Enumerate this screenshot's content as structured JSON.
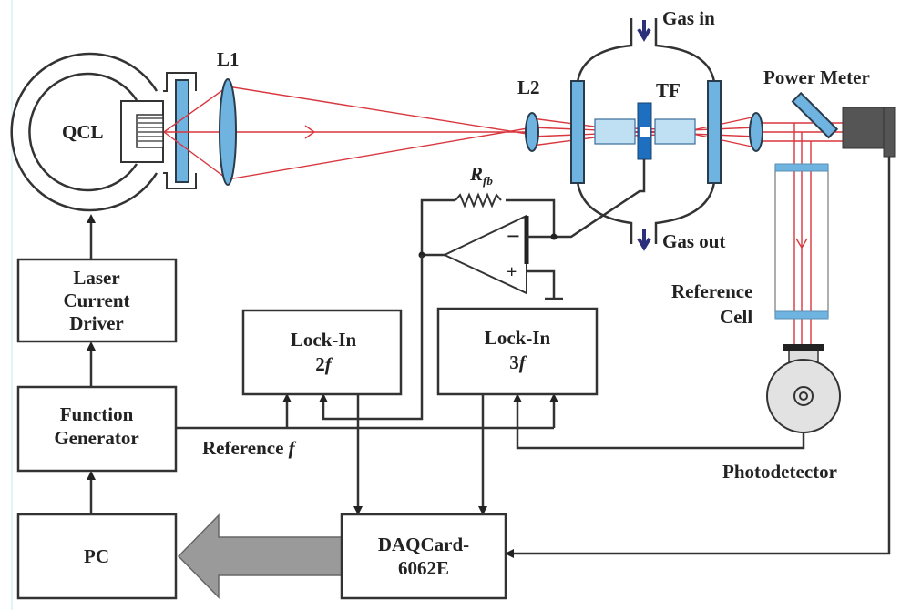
{
  "labels": {
    "qcl": "QCL",
    "lens1": "L1",
    "lens2": "L2",
    "gas_in": "Gas in",
    "gas_out": "Gas out",
    "tuning_fork": "TF",
    "feedback_resistor": "R",
    "feedback_resistor_sub": "fb",
    "power_meter": "Power Meter",
    "reference_cell_line1": "Reference",
    "reference_cell_line2": "Cell",
    "photodetector": "Photodetector",
    "reference_f": "Reference ",
    "reference_f_sym": "f",
    "opamp_minus": "−",
    "opamp_plus": "+"
  },
  "blocks": {
    "laser_driver": [
      "Laser",
      "Current",
      "Driver"
    ],
    "function_generator": [
      "Function",
      "Generator"
    ],
    "pc": "PC",
    "lockin_2f": {
      "title": "Lock-In",
      "harmonic": "2",
      "sym": "f"
    },
    "lockin_3f": {
      "title": "Lock-In",
      "harmonic": "3",
      "sym": "f"
    },
    "daq": [
      "DAQCard-",
      "6062E"
    ]
  },
  "colors": {
    "beam": "#d9363e",
    "optics": "#6fb4e0",
    "tuning_fork": "#1f6fc0",
    "gas_arrow": "#2c2f7a",
    "power_meter": "#555555",
    "data_arrow": "#9a9a9a"
  }
}
